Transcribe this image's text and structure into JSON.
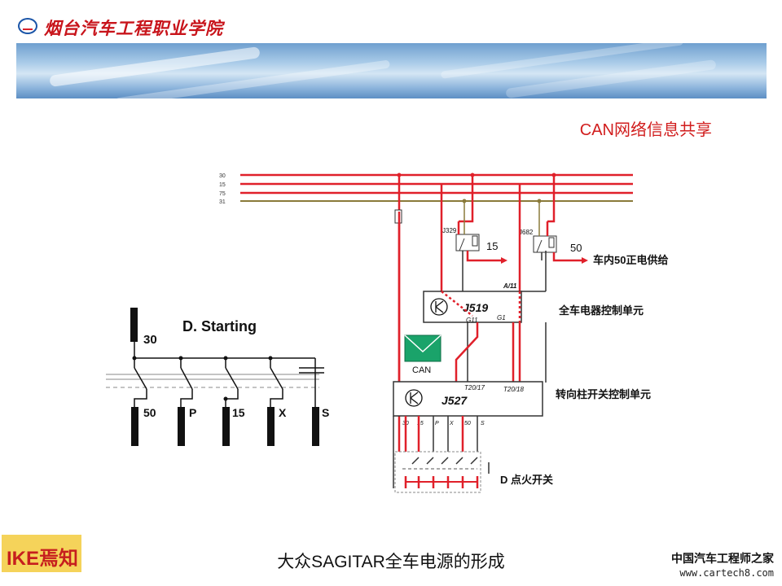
{
  "header": {
    "school_name": "烟台汽车工程职业学院"
  },
  "slide": {
    "title": "CAN网络信息共享",
    "footer_title": "大众SAGITAR全车电源的形成"
  },
  "left_diagram": {
    "title": "D. Starting",
    "input_label": "30",
    "outputs": [
      "50",
      "P",
      "15",
      "X",
      "S"
    ]
  },
  "right_diagram": {
    "bus_labels": [
      "30",
      "15",
      "75",
      "31"
    ],
    "relays": [
      {
        "id": "J329",
        "out": "15"
      },
      {
        "id": "J682",
        "out": "50"
      }
    ],
    "relay2_output_label": "车内50正电供给",
    "modules": [
      {
        "id": "J519",
        "pin_top": "A/11",
        "pin_bottom": "G11",
        "pin_right": "G1",
        "label": "全车电器控制单元"
      },
      {
        "id": "J527",
        "pin_a": "T20/17",
        "pin_b": "T20/18",
        "label": "转向柱开关控制单元"
      }
    ],
    "can_label": "CAN",
    "j527_pins": [
      "30",
      "15",
      "P",
      "X",
      "50",
      "S"
    ],
    "ignition_switch_label": "D  点火开关"
  },
  "colors": {
    "wire_red": "#e0202a",
    "wire_dark": "#333333",
    "title_red": "#d11d1d",
    "can_green": "#1aa36a"
  },
  "footer": {
    "brand_logo": "IKE焉知",
    "watermark_cn": "中国汽车工程师之家",
    "watermark_url": "www.cartech8.com"
  }
}
